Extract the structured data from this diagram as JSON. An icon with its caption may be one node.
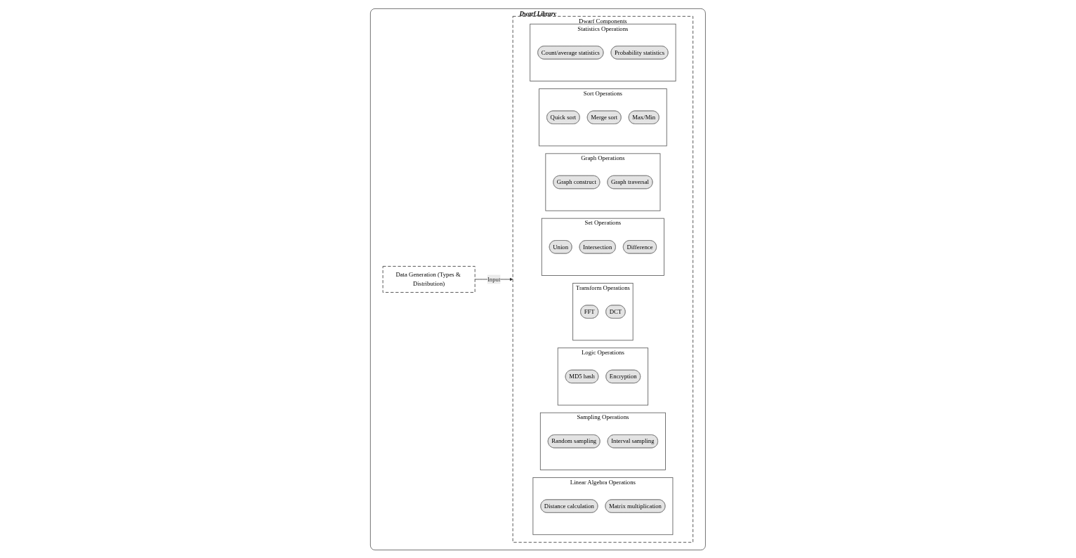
{
  "diagram": {
    "nodes": [
      {
        "text": [
          "Dwarf Library"
        ]
      },
      {
        "text": [
          "Data Generation (Types & Distribution)"
        ],
        "in": 0
      },
      {
        "text": [
          "Dwarf Components"
        ],
        "in": 0
      },
      {
        "text": [
          "Linear Algebra Operations"
        ],
        "in": 2
      },
      {
        "text": [
          "Distance calculation"
        ],
        "in": 3
      },
      {
        "text": [
          "Matrix multiplication"
        ],
        "in": 3
      },
      {
        "text": [
          "Sampling Operations"
        ],
        "in": 2
      },
      {
        "text": [
          "Random sampling"
        ],
        "in": 6
      },
      {
        "text": [
          "Interval sampling"
        ],
        "in": 6
      },
      {
        "text": [
          "Logic Operations"
        ],
        "in": 2
      },
      {
        "text": [
          "MD5 hash"
        ],
        "in": 9
      },
      {
        "text": [
          "Encryption"
        ],
        "in": 9
      },
      {
        "text": [
          "Transform Operations"
        ],
        "in": 2
      },
      {
        "text": [
          "FFT"
        ],
        "in": 12
      },
      {
        "text": [
          "DCT"
        ],
        "in": 12
      },
      {
        "text": [
          "Set Operations"
        ],
        "in": 2
      },
      {
        "text": [
          "Union"
        ],
        "in": 15
      },
      {
        "text": [
          "Intersection"
        ],
        "in": 15
      },
      {
        "text": [
          "Difference"
        ],
        "in": 15
      },
      {
        "text": [
          "Graph Operations"
        ],
        "in": 2
      },
      {
        "text": [
          "Graph construct"
        ],
        "in": 19
      },
      {
        "text": [
          "Graph traversal"
        ],
        "in": 19
      },
      {
        "text": [
          "Sort Operations"
        ],
        "in": 2
      },
      {
        "text": [
          "Quick sort"
        ],
        "in": 22
      },
      {
        "text": [
          "Merge sort"
        ],
        "in": 22
      },
      {
        "text": [
          "Max/Min"
        ],
        "in": 22
      },
      {
        "text": [
          "Statistics Operations"
        ],
        "in": 2
      },
      {
        "text": [
          "Count/average statistics"
        ],
        "in": 26
      },
      {
        "text": [
          "Probability statistics"
        ],
        "in": 26
      }
    ],
    "edges": [
      {
        "from": 1,
        "to": 2,
        "arrow": "to",
        "label": "Input"
      }
    ]
  }
}
